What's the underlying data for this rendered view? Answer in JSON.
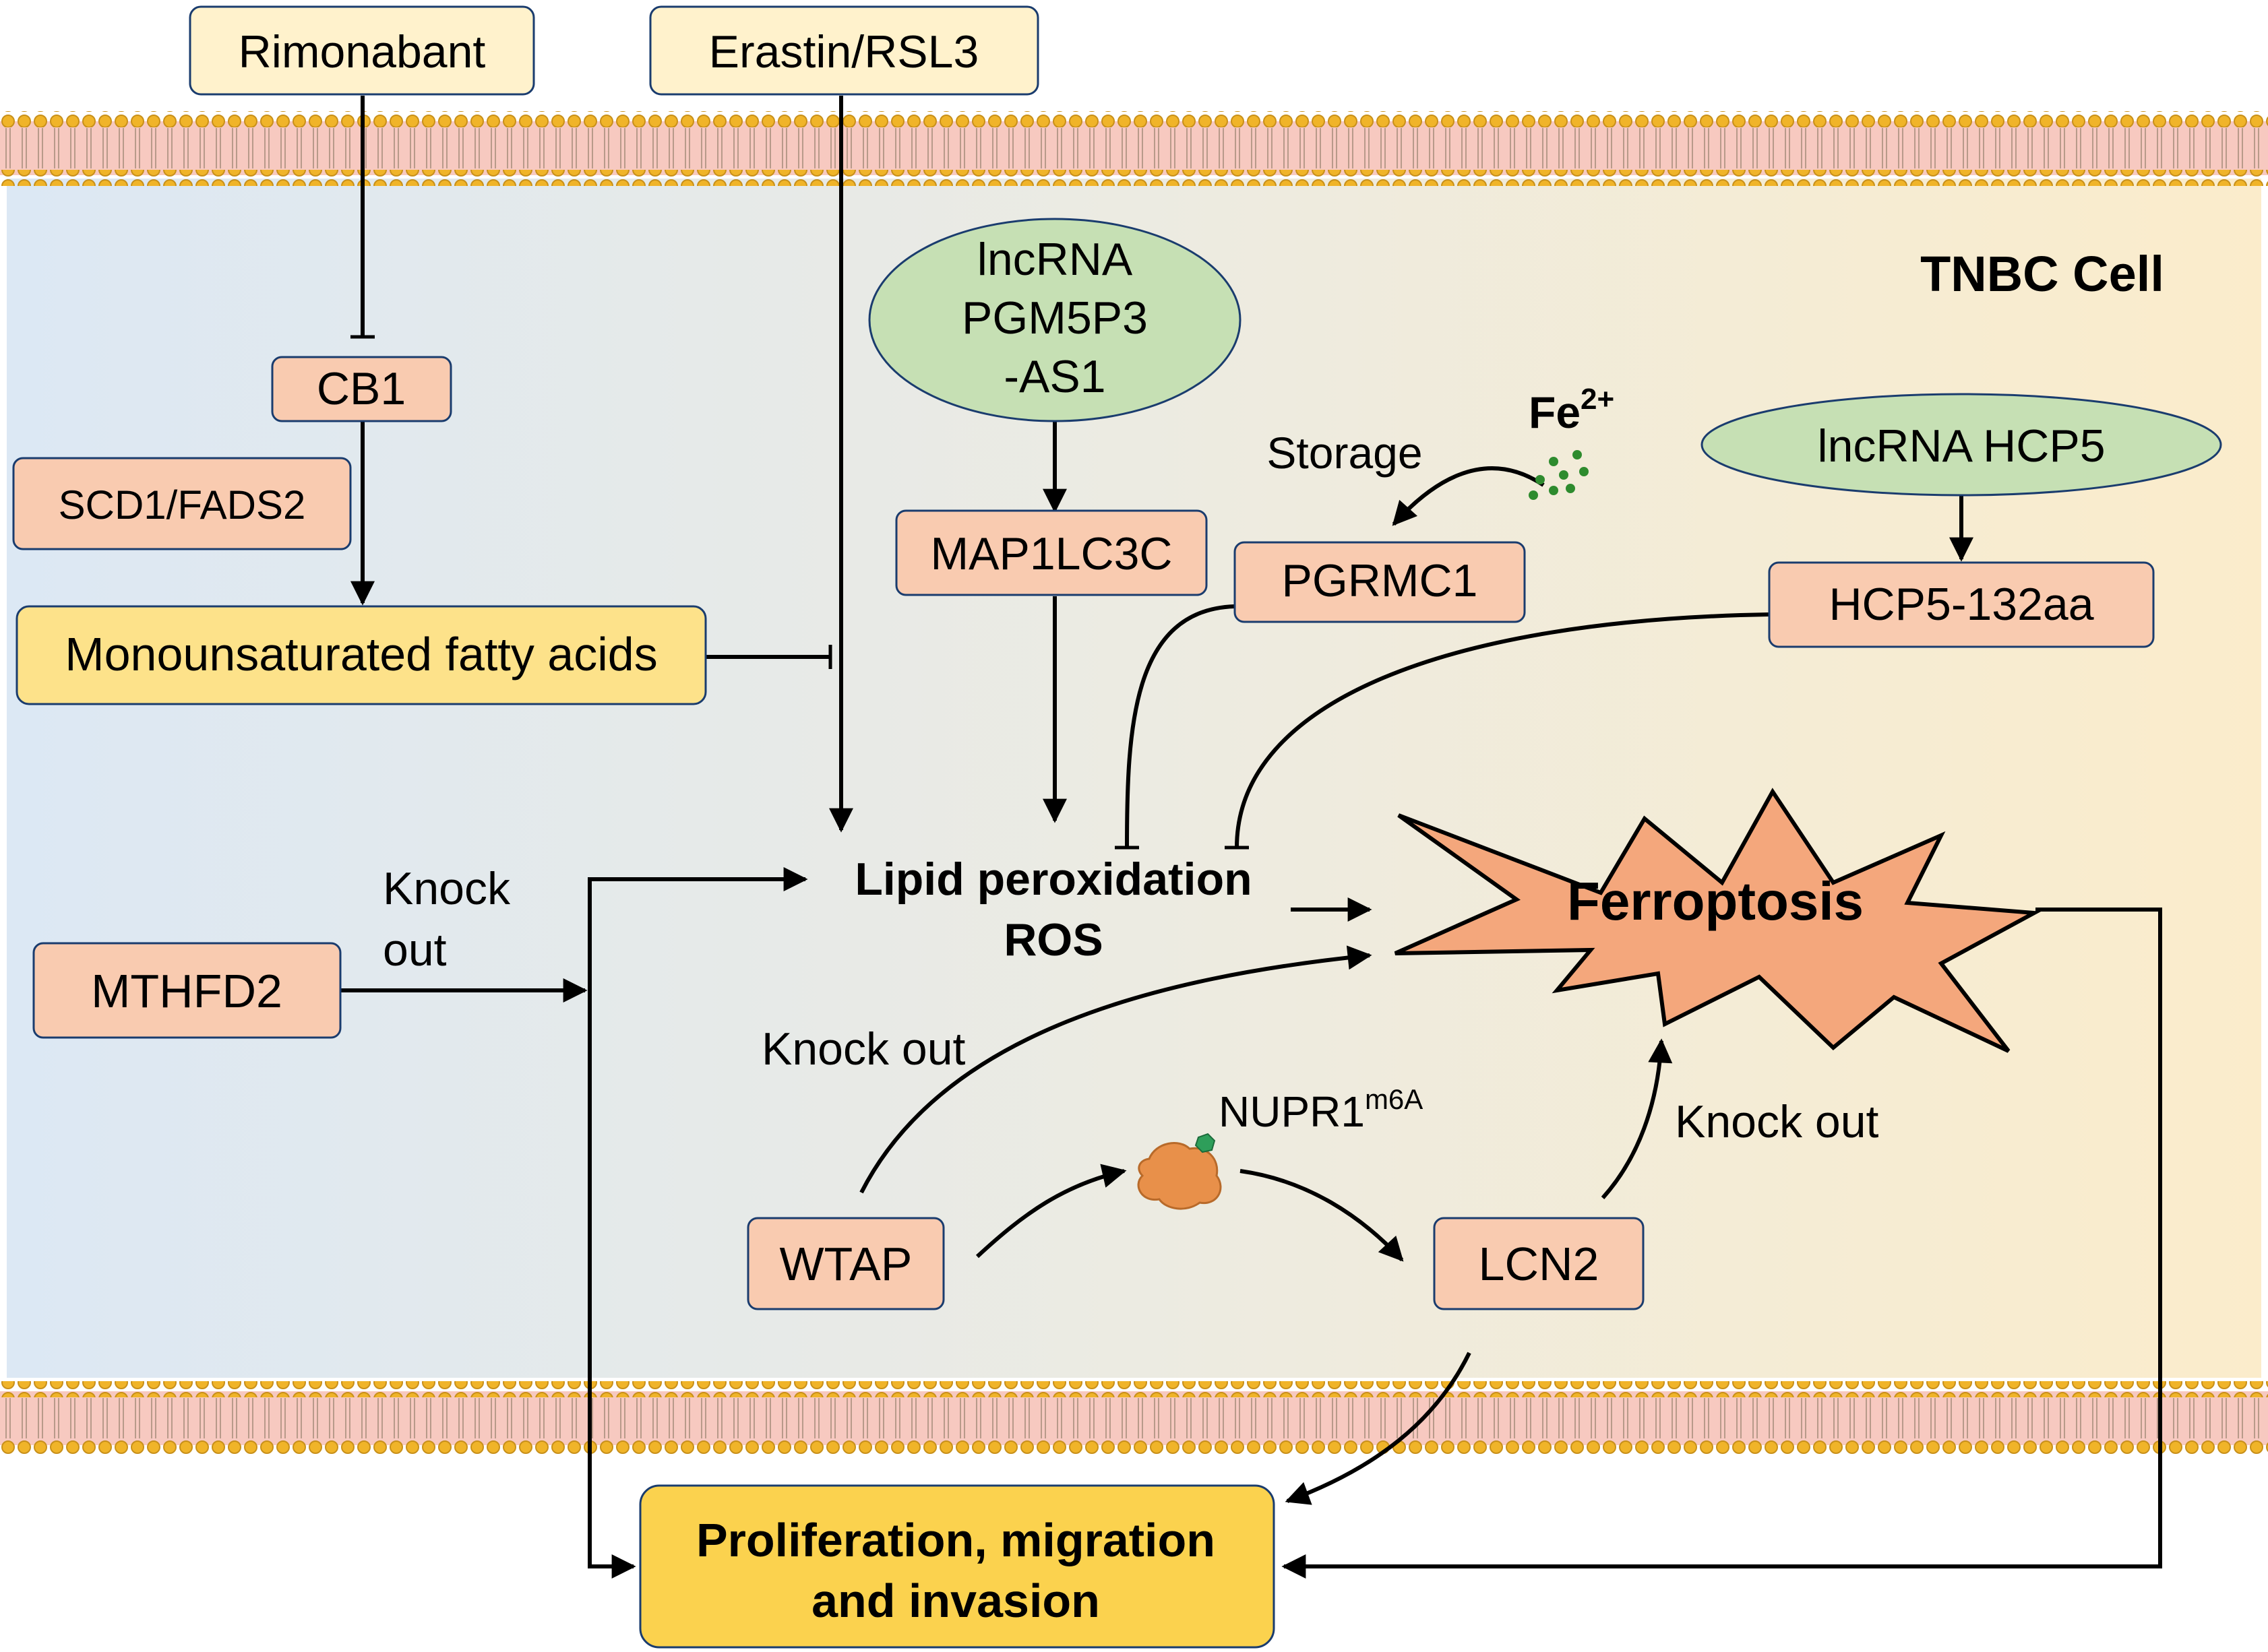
{
  "cell_label": "TNBC Cell",
  "colors": {
    "membrane_head": "#f0b429",
    "membrane_tail": "#f2a6a6",
    "cell_left": "#dce8f4",
    "cell_right": "#fbeccb",
    "drug_box": "#fff2cc",
    "protein_box": "#f9cbb0",
    "yellow_box": "#fde28a",
    "lncrna_oval": "#c6e0b4",
    "ferroptosis_star": "#f4a77c",
    "iron_dot": "#2e8b2e"
  },
  "nodes": {
    "rimonabant": "Rimonabant",
    "erastin": "Erastin/RSL3",
    "cb1": "CB1",
    "scd1": "SCD1/FADS2",
    "mufa": "Monounsaturated fatty acids",
    "lnc_pgm_1": "lncRNA",
    "lnc_pgm_2": "PGM5P3",
    "lnc_pgm_3": "-AS1",
    "map1lc3c": "MAP1LC3C",
    "storage": "Storage",
    "fe": "Fe",
    "fe_sup": "2+",
    "pgrmc1": "PGRMC1",
    "lnc_hcp5": "lncRNA HCP5",
    "hcp5_132aa": "HCP5-132aa",
    "lipid_1": "Lipid peroxidation",
    "lipid_2": "ROS",
    "ferroptosis": "Ferroptosis",
    "mthfd2": "MTHFD2",
    "knock_out_1a": "Knock",
    "knock_out_1b": "out",
    "knock_out_2": "Knock out",
    "nupr1": "NUPR1",
    "nupr1_sup": "m6A",
    "wtap": "WTAP",
    "lcn2": "LCN2",
    "knock_out_3": "Knock out",
    "prolif_1": "Proliferation, migration",
    "prolif_2": "and invasion"
  }
}
